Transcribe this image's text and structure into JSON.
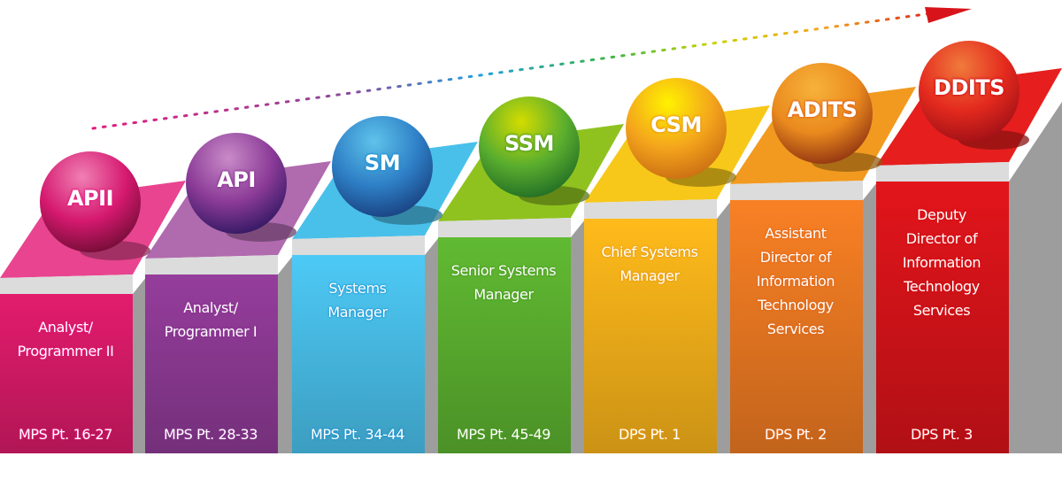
{
  "diagram": {
    "type": "career-progression-staircase",
    "arrow": {
      "direction": "up-right",
      "color_start": "#e6197e",
      "color_end": "#d7141a"
    },
    "levels": [
      {
        "abbr": "APII",
        "title_lines": [
          "Analyst/",
          "Programmer II"
        ],
        "pay": "MPS Pt. 16-27",
        "color": "#d81b68",
        "top_color": "#e8448f",
        "sphere_color": "#d5196f",
        "sphere_light": "#f07fb4",
        "sphere_dark": "#6e0c33",
        "outline": "#e6197e"
      },
      {
        "abbr": "API",
        "title_lines": [
          "Analyst/",
          "Programmer I"
        ],
        "pay": "MPS Pt. 28-33",
        "color": "#8e3a95",
        "top_color": "#b06aae",
        "sphere_color": "#8b3b97",
        "sphere_light": "#c98bc8",
        "sphere_dark": "#2e1660",
        "outline": "#8e3a95"
      },
      {
        "abbr": "SM",
        "title_lines": [
          "Systems",
          "Manager"
        ],
        "pay": "MPS Pt. 34-44",
        "color": "#49c0ea",
        "top_color": "#49c0ea",
        "sphere_color": "#2e7fc6",
        "sphere_light": "#5ec3ea",
        "sphere_dark": "#183e7d",
        "outline": "#1b8fd0"
      },
      {
        "abbr": "SSM",
        "title_lines": [
          "Senior Systems",
          "Manager"
        ],
        "pay": "MPS Pt. 45-49",
        "color": "#5cb130",
        "top_color": "#8fc21f",
        "sphere_color": "#5aae2e",
        "sphere_light": "#d4dc00",
        "sphere_dark": "#1f6a25",
        "outline": "#4d9a24"
      },
      {
        "abbr": "CSM",
        "title_lines": [
          "Chief Systems",
          "Manager"
        ],
        "pay": "DPS Pt. 1",
        "color": "#f7b21a",
        "top_color": "#f7c81a",
        "sphere_color": "#f4a51c",
        "sphere_light": "#fff200",
        "sphere_dark": "#c86b12",
        "outline": "#e89a15"
      },
      {
        "abbr": "ADITS",
        "title_lines": [
          "Assistant",
          "Director of",
          "Information",
          "Technology",
          "Services"
        ],
        "pay": "DPS Pt. 2",
        "color": "#ed7a22",
        "top_color": "#f29a1f",
        "sphere_color": "#ea8a1e",
        "sphere_light": "#f7b23a",
        "sphere_dark": "#8c2f10",
        "outline": "#e2661d"
      },
      {
        "abbr": "DDITS",
        "title_lines": [
          "Deputy",
          "Director of",
          "Information",
          "Technology",
          "Services"
        ],
        "pay": "DPS Pt. 3",
        "color": "#d7141a",
        "top_color": "#e61e1e",
        "sphere_color": "#e42a1e",
        "sphere_light": "#f07a3c",
        "sphere_dark": "#9e0f16",
        "outline": "#d7141a"
      }
    ]
  }
}
